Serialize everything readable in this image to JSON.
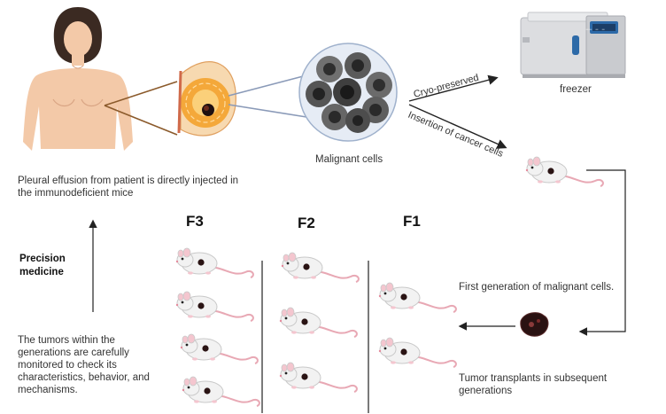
{
  "labels": {
    "freezer": "freezer",
    "cryo_preserved": "Cryo-preserved",
    "insertion": "Insertion of cancer cells",
    "malignant_cells": "Malignant cells",
    "pleural_effusion": "Pleural effusion from patient is directly injected in the immunodeficient mice",
    "precision_medicine": "Precision medicine",
    "monitoring": "The tumors within the generations are carefully monitored to check its characteristics, behavior, and mechanisms.",
    "first_generation": "First generation of malignant cells.",
    "tumor_transplants": "Tumor transplants in subsequent generations"
  },
  "generations": {
    "f3": "F3",
    "f2": "F2",
    "f1": "F1"
  },
  "freezer_display": "−− − −",
  "colors": {
    "skin": "#f3c9a8",
    "hair": "#3b2a22",
    "breast_orange": "#f4a83a",
    "cell_dark": "#4a4a4a",
    "cell_bg": "#e6ecf5",
    "mouse_body": "#f2f2f2",
    "mouse_tail": "#e8a8b4",
    "freezer_grey": "#dcdde0",
    "freezer_blue": "#2d6aa8"
  }
}
